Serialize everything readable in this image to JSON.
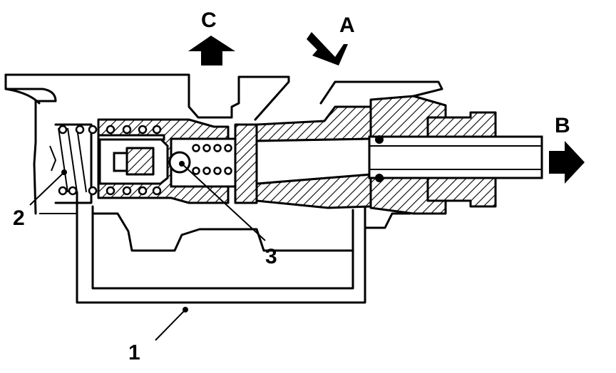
{
  "labels": {
    "c": "C",
    "a": "A",
    "b": "B",
    "one": "1",
    "two": "2",
    "three": "3"
  },
  "colors": {
    "ink": "#000000",
    "paper": "#ffffff"
  },
  "icons": {
    "arrow_c": "arrow-up-icon",
    "arrow_a": "arrow-down-left-icon",
    "arrow_b": "arrow-right-icon"
  }
}
